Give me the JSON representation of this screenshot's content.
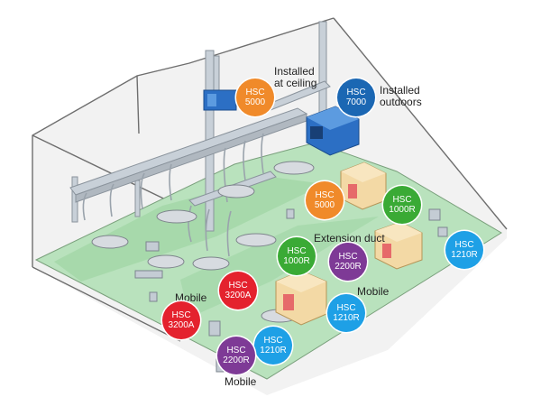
{
  "labels": {
    "installed_ceiling": [
      "Installed",
      "at ceiling"
    ],
    "installed_outdoors": [
      "Installed",
      "outdoors"
    ],
    "extension_duct": "Extension duct",
    "mobile_left": "Mobile",
    "mobile_center": "Mobile",
    "mobile_bottom": "Mobile"
  },
  "badges": [
    {
      "id": "hsc-5000-ceiling",
      "line1": "HSC",
      "line2": "5000",
      "color": "#f08a2a"
    },
    {
      "id": "hsc-7000",
      "line1": "HSC",
      "line2": "7000",
      "color": "#1b67b3"
    },
    {
      "id": "hsc-5000-floor",
      "line1": "HSC",
      "line2": "5000",
      "color": "#f08a2a"
    },
    {
      "id": "hsc-1000r-right",
      "line1": "HSC",
      "line2": "1000R",
      "color": "#3aaa35"
    },
    {
      "id": "hsc-1000r-left",
      "line1": "HSC",
      "line2": "1000R",
      "color": "#3aaa35"
    },
    {
      "id": "hsc-2200r-center",
      "line1": "HSC",
      "line2": "2200R",
      "color": "#7e3a96"
    },
    {
      "id": "hsc-1210r-right",
      "line1": "HSC",
      "line2": "1210R",
      "color": "#1ea0e6"
    },
    {
      "id": "hsc-3200a-upper",
      "line1": "HSC",
      "line2": "3200A",
      "color": "#e4222e"
    },
    {
      "id": "hsc-3200a-lower",
      "line1": "HSC",
      "line2": "3200A",
      "color": "#e4222e"
    },
    {
      "id": "hsc-1210r-center",
      "line1": "HSC",
      "line2": "1210R",
      "color": "#1ea0e6"
    },
    {
      "id": "hsc-1210r-bottom",
      "line1": "HSC",
      "line2": "1210R",
      "color": "#1ea0e6"
    },
    {
      "id": "hsc-2200r-bottom",
      "line1": "HSC",
      "line2": "2200R",
      "color": "#7e3a96"
    }
  ]
}
